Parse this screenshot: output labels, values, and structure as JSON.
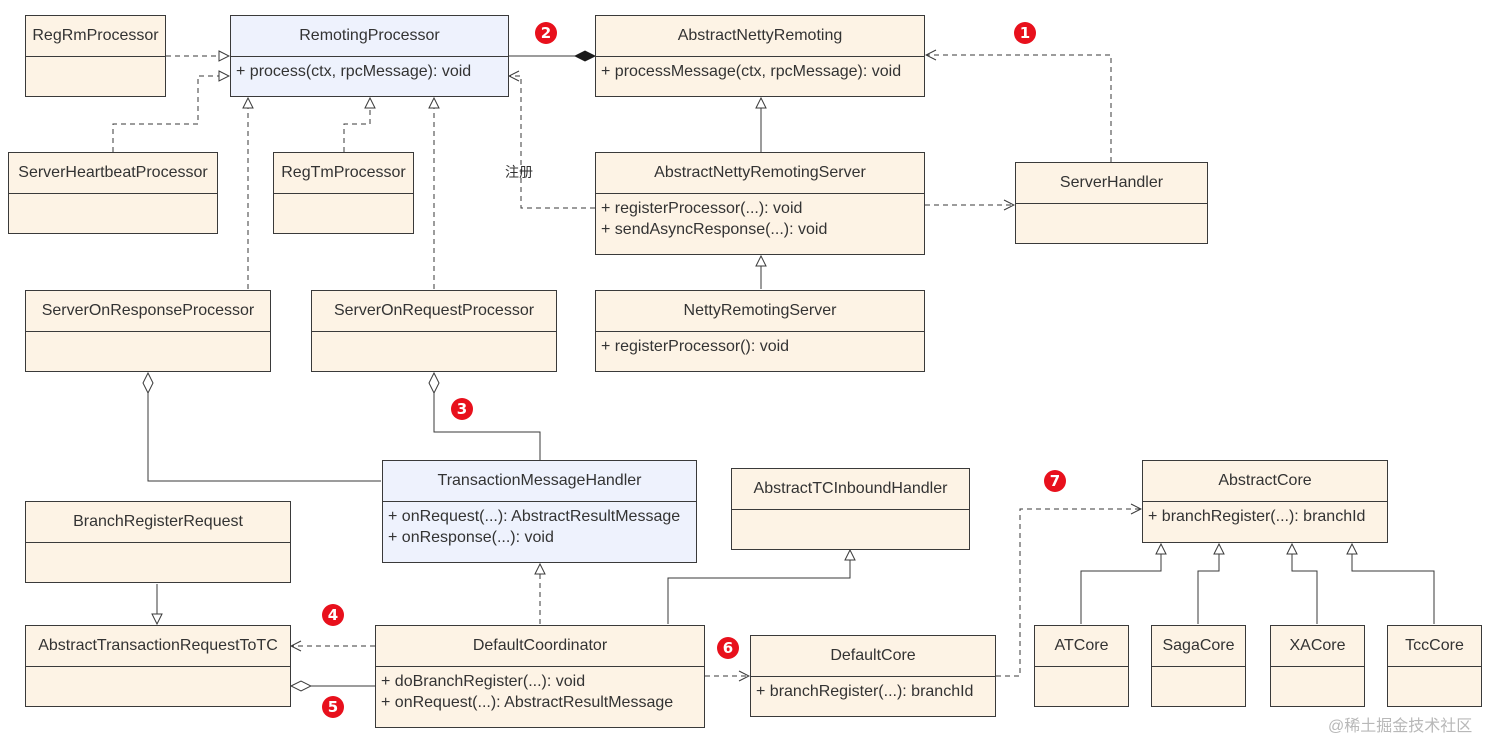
{
  "classes": {
    "RegRmProcessor": {
      "name": "RegRmProcessor",
      "members": []
    },
    "RemotingProcessor": {
      "name": "RemotingProcessor",
      "members": [
        "+ process(ctx, rpcMessage): void"
      ]
    },
    "AbstractNettyRemoting": {
      "name": "AbstractNettyRemoting",
      "members": [
        "+ processMessage(ctx, rpcMessage): void"
      ]
    },
    "ServerHeartbeatProcessor": {
      "name": "ServerHeartbeatProcessor",
      "members": []
    },
    "RegTmProcessor": {
      "name": "RegTmProcessor",
      "members": []
    },
    "AbstractNettyRemotingServer": {
      "name": "AbstractNettyRemotingServer",
      "members": [
        "+ registerProcessor(...): void",
        "+ sendAsyncResponse(...): void"
      ]
    },
    "ServerHandler": {
      "name": "ServerHandler",
      "members": []
    },
    "ServerOnResponseProcessor": {
      "name": "ServerOnResponseProcessor",
      "members": []
    },
    "ServerOnRequestProcessor": {
      "name": "ServerOnRequestProcessor",
      "members": []
    },
    "NettyRemotingServer": {
      "name": "NettyRemotingServer",
      "members": [
        "+ registerProcessor(): void"
      ]
    },
    "TransactionMessageHandler": {
      "name": "TransactionMessageHandler",
      "members": [
        "+ onRequest(...): AbstractResultMessage",
        "+ onResponse(...): void"
      ]
    },
    "AbstractTCInboundHandler": {
      "name": "AbstractTCInboundHandler",
      "members": []
    },
    "AbstractCore": {
      "name": "AbstractCore",
      "members": [
        "+ branchRegister(...): branchId"
      ]
    },
    "BranchRegisterRequest": {
      "name": "BranchRegisterRequest",
      "members": []
    },
    "AbstractTransactionRequestToTC": {
      "name": "AbstractTransactionRequestToTC",
      "members": []
    },
    "DefaultCoordinator": {
      "name": "DefaultCoordinator",
      "members": [
        "+ doBranchRegister(...): void",
        "+ onRequest(...): AbstractResultMessage"
      ]
    },
    "DefaultCore": {
      "name": "DefaultCore",
      "members": [
        "+ branchRegister(...): branchId"
      ]
    },
    "ATCore": {
      "name": "ATCore",
      "members": []
    },
    "SagaCore": {
      "name": "SagaCore",
      "members": []
    },
    "XACore": {
      "name": "XACore",
      "members": []
    },
    "TccCore": {
      "name": "TccCore",
      "members": []
    }
  },
  "labels": {
    "register": "注册"
  },
  "badges": [
    "1",
    "2",
    "3",
    "4",
    "5",
    "6",
    "7"
  ],
  "watermark": "@稀土掘金技术社区",
  "colors": {
    "class_fill": "#fdf3e5",
    "interface_fill": "#eef2fd",
    "badge": "#e8101c",
    "line": "#3a3a3a"
  }
}
